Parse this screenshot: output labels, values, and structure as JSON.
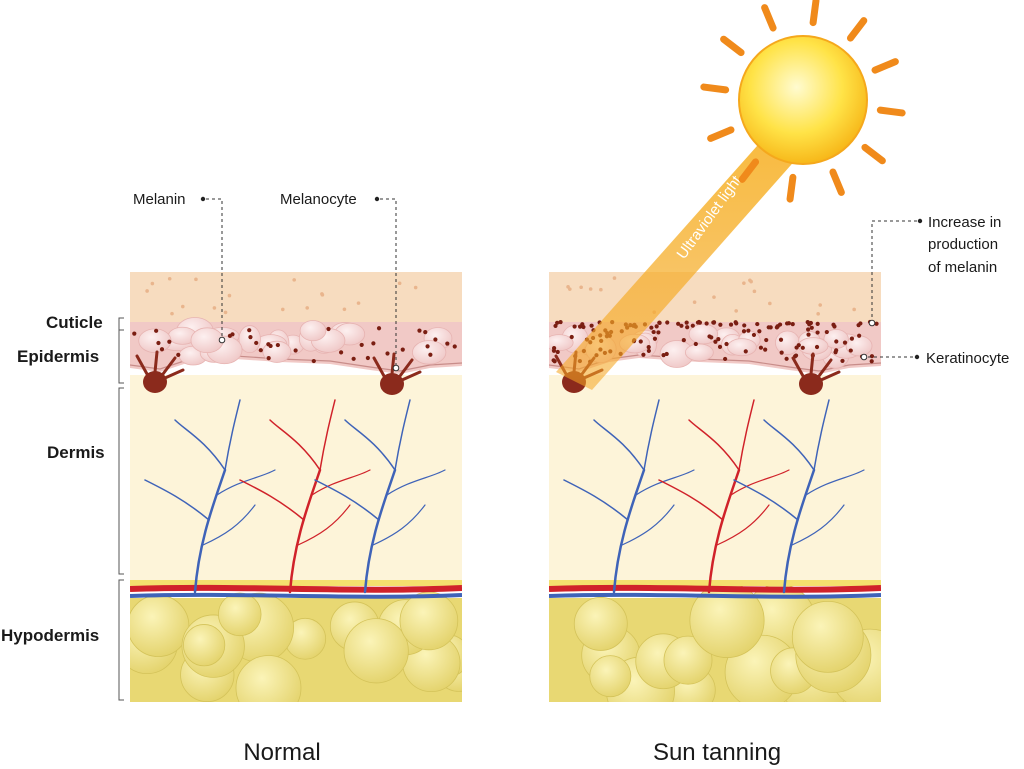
{
  "layers": {
    "cuticle": "Cuticle",
    "epidermis": "Epidermis",
    "dermis": "Dermis",
    "hypodermis": "Hypodermis"
  },
  "callouts": {
    "melanin": "Melanin",
    "melanocyte": "Melanocyte",
    "increase_line1": "Increase in",
    "increase_line2": "production",
    "increase_line3": "of melanin",
    "keratinocyte": "Keratinocyte"
  },
  "uv_label": "Ultraviolet light",
  "captions": {
    "normal": "Normal",
    "sun_tanning": "Sun tanning"
  },
  "colors": {
    "cuticle": "#f7dcbf",
    "epidermis": "#f1c9c6",
    "dermis": "#fdf4d9",
    "fat": "#efe290",
    "melanin": "#7a1e12",
    "vein": "#3f63b8",
    "artery": "#d0222a",
    "sun": "#ffd83a",
    "sun_rays": "#f08a1b",
    "uv_beam": "#f5a623"
  }
}
